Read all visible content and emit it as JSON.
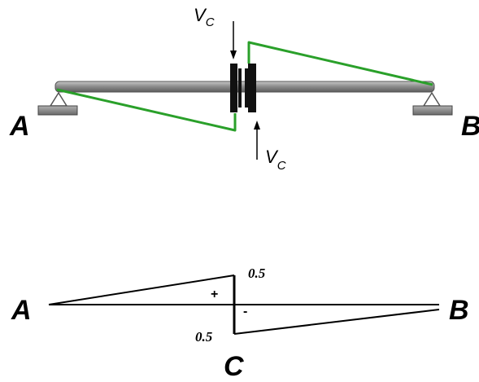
{
  "beam_figure": {
    "left_support_label": "A",
    "right_support_label": "B",
    "shear_top": {
      "symbol": "V",
      "subscript": "C"
    },
    "shear_bottom": {
      "symbol": "V",
      "subscript": "C"
    },
    "colors": {
      "influence_line": "#2aa02a",
      "beam": "#9a9a9a",
      "support": "#7a7a7a",
      "cut_blocks": "#111111"
    }
  },
  "influence_line_diagram": {
    "left_label": "A",
    "right_label": "B",
    "section_label": "C",
    "value_top": "0.5",
    "value_bottom": "0.5",
    "sign_positive": "+",
    "sign_negative": "-",
    "colors": {
      "lines": "#000000"
    }
  }
}
